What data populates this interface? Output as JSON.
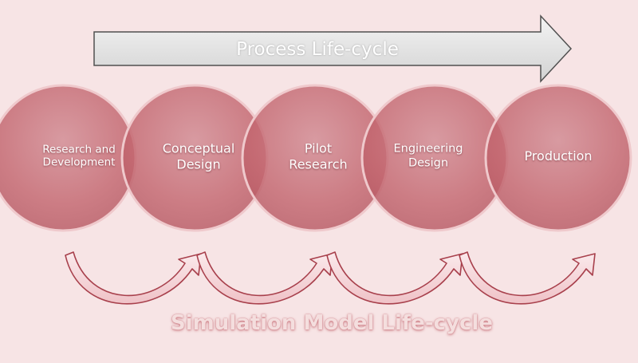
{
  "process_arrow": {
    "label": "Process Life-cycle"
  },
  "stages": [
    {
      "label": "Research and\nDevelopment",
      "id": "research-and-development"
    },
    {
      "label": "Conceptual\nDesign",
      "id": "conceptual-design"
    },
    {
      "label": "Pilot\nResearch",
      "id": "pilot-research"
    },
    {
      "label": "Engineering\nDesign",
      "id": "engineering-design"
    },
    {
      "label": "Production",
      "id": "production"
    }
  ],
  "simulation_label": "Simulation Model Life-cycle",
  "colors": {
    "circle_fill": "#c9727c",
    "circle_edge": "#efc9cc",
    "arrow_fill": "#e4e4e4",
    "arrow_stroke": "#505050",
    "curved_arrow_fill": "#f4d7d9",
    "curved_arrow_stroke": "#a8404c",
    "background": "#f7e4e5"
  }
}
